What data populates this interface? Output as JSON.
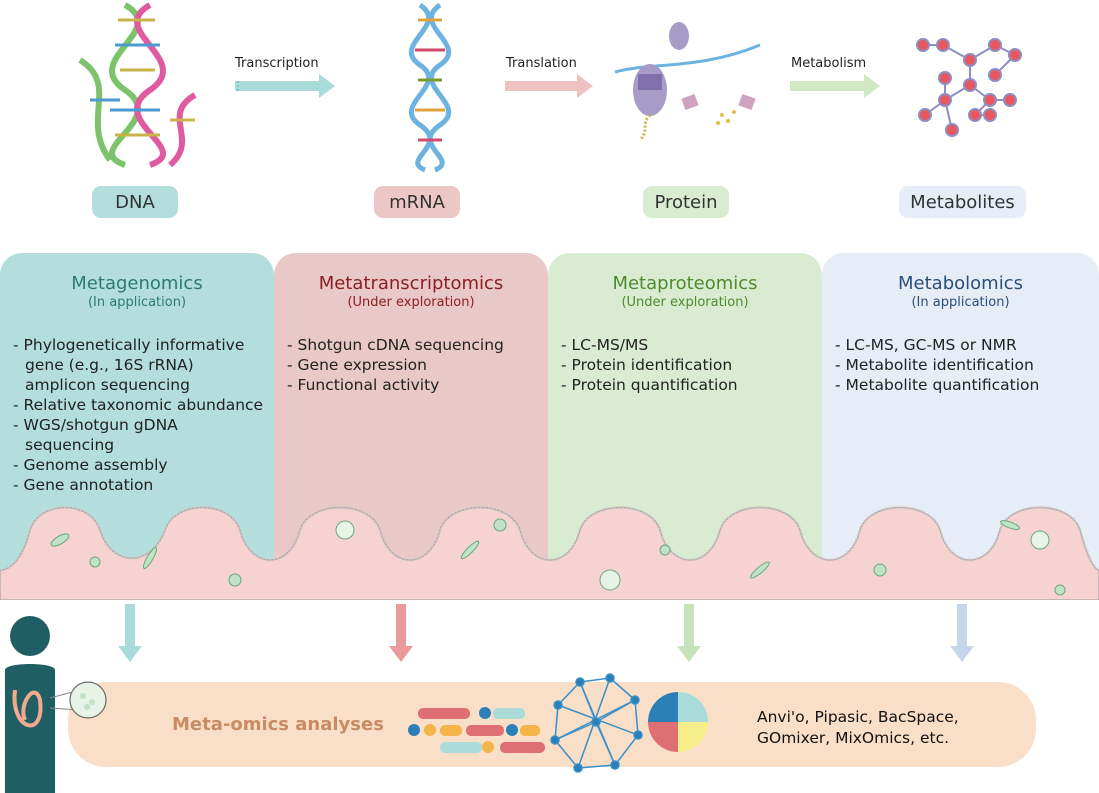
{
  "steps": [
    {
      "label": "DNA",
      "bg": "#b3dedb"
    },
    {
      "label": "mRNA",
      "bg": "#ecc7c8"
    },
    {
      "label": "Protein",
      "bg": "#d8ecd0"
    },
    {
      "label": "Metabolites",
      "bg": "#e6edf7"
    }
  ],
  "processes": [
    "Transcription",
    "Translation",
    "Metabolism"
  ],
  "panels": [
    {
      "title": "Metagenomics",
      "status": "(In application)",
      "bg": "#b3dedb",
      "title_color": "#2e7a73",
      "items": [
        "Phylogenetically informative gene (e.g., 16S rRNA) amplicon sequencing",
        "Relative taxonomic abundance",
        "WGS/shotgun gDNA sequencing",
        "Genome assembly",
        "Gene annotation"
      ]
    },
    {
      "title": "Metatranscriptomics",
      "status": "(Under exploration)",
      "bg": "#e9c8c8",
      "title_color": "#8b1e1e",
      "items": [
        "Shotgun cDNA sequencing",
        "Gene expression",
        "Functional activity"
      ]
    },
    {
      "title": "Metaproteomics",
      "status": "(Under exploration)",
      "bg": "#d9ecd1",
      "title_color": "#4e8b2e",
      "items": [
        "LC-MS/MS",
        "Protein identification",
        "Protein quantification"
      ]
    },
    {
      "title": "Metabolomics",
      "status": "(In application)",
      "bg": "#e6edf7",
      "title_color": "#2a4f7a",
      "items": [
        "LC-MS, GC-MS or NMR",
        "Metabolite identification",
        "Metabolite quantification"
      ]
    }
  ],
  "bottom": {
    "title": "Meta-omics analyses",
    "tools_line1": "Anvi'o, Pipasic, BacSpace,",
    "tools_line2": "GOmixer, MixOmics, etc."
  },
  "colors": {
    "pink_bar": "#e06f74",
    "teal_bar": "#a9dcd9",
    "orange_bar": "#f3b54a",
    "blue_dot": "#2b7fb8",
    "network": "#3a8fc6",
    "pie_teal": "#a9dcd9",
    "pie_yellow": "#f6ee8a",
    "pie_red": "#e06f74",
    "pie_blue": "#2b7fb8"
  }
}
